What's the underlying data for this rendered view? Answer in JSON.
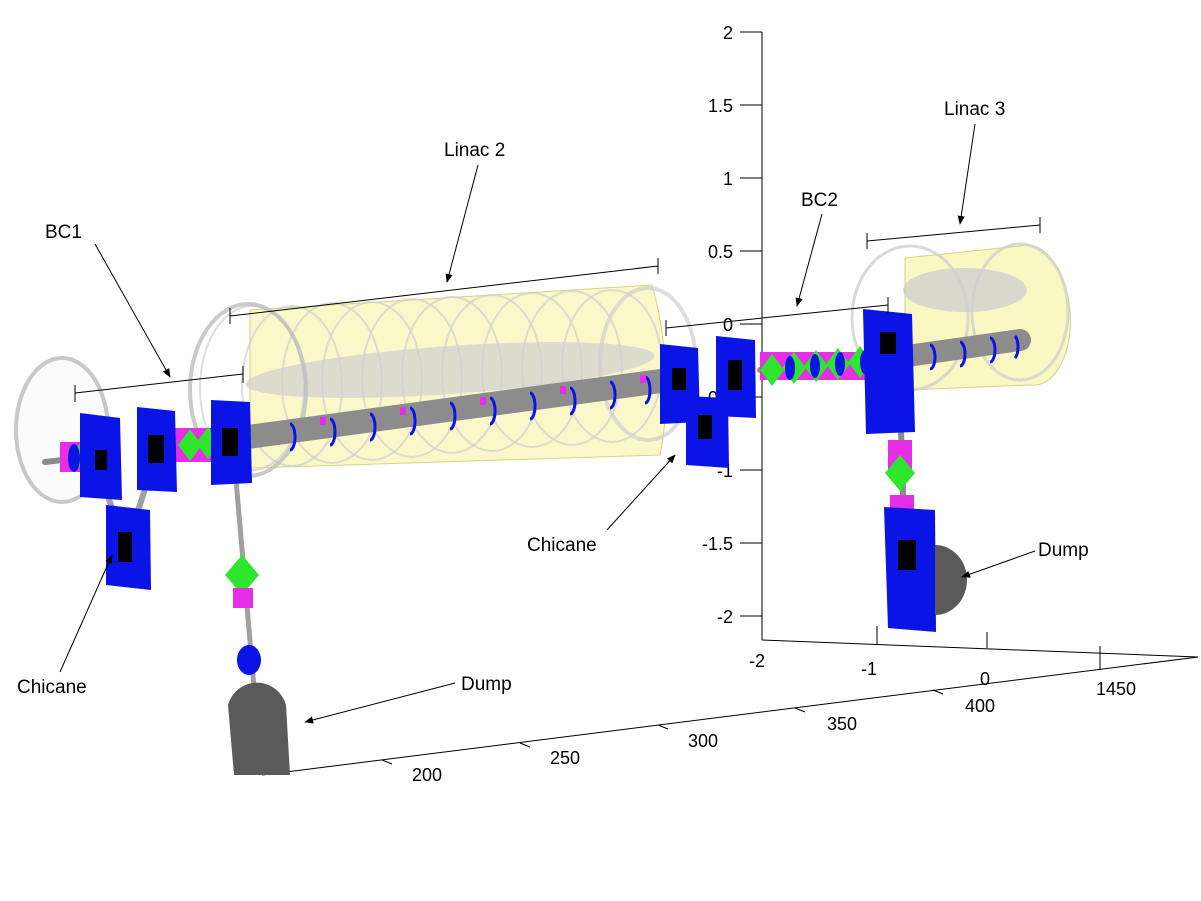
{
  "annotations": {
    "bc1": "BC1",
    "linac2": "Linac 2",
    "bc2": "BC2",
    "linac3": "Linac 3",
    "chicane_left": "Chicane",
    "chicane_right": "Chicane",
    "dump_left": "Dump",
    "dump_right": "Dump"
  },
  "axes": {
    "vertical_ticks": [
      "2",
      "1.5",
      "1",
      "0.5",
      "0",
      "-0.5",
      "-1",
      "-1.5",
      "-2"
    ],
    "lateral_ticks": [
      "-2",
      "-1",
      "0"
    ],
    "beamline_ticks": [
      "200",
      "250",
      "300",
      "350",
      "400",
      "1450"
    ]
  },
  "colors": {
    "magnet": "#0a14e6",
    "magnet_core": "#000000",
    "quadrupole": "#2ee62e",
    "corrector": "#e62ee6",
    "pipe": "#8c8c8c",
    "dump": "#5a5a5a",
    "cryomodule": "#f5f29a",
    "cryo_ring": "#cfcfcf"
  }
}
